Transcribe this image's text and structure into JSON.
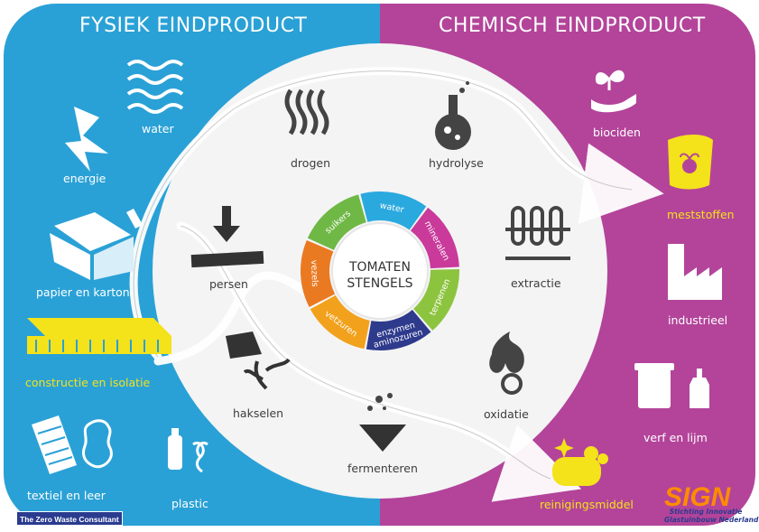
{
  "headers": {
    "left": "FYSIEK EINDPRODUCT",
    "right": "CHEMISCH EINDPRODUCT"
  },
  "center": {
    "line1": "TOMATEN",
    "line2": "STENGELS"
  },
  "ring_segments": [
    "water",
    "mineralen",
    "terpenen",
    "enzymen aminozuren",
    "vetzuren",
    "vezels",
    "suikers"
  ],
  "ring_colors": [
    "#2aa9df",
    "#c93a9b",
    "#8dc43f",
    "#2e3a8c",
    "#f2a11d",
    "#ea7a22",
    "#6fb845"
  ],
  "processes": {
    "drogen": "drogen",
    "hydrolyse": "hydrolyse",
    "extractie": "extractie",
    "oxidatie": "oxidatie",
    "fermenteren": "fermenteren",
    "hakselen": "hakselen",
    "persen": "persen"
  },
  "physical_products": {
    "water": "water",
    "energie": "energie",
    "papier": "papier en karton",
    "constructie": "constructie en isolatie",
    "textiel": "textiel en leer",
    "plastic": "plastic"
  },
  "chemical_products": {
    "biociden": "biociden",
    "meststoffen": "meststoffen",
    "industrieel": "industrieel",
    "verf": "verf en lijm",
    "reinigingsmiddel": "reinigingsmiddel"
  },
  "logos": {
    "zero_waste": "The Zero Waste Consultant",
    "sigi_mark": "SIGN",
    "sigi_line1": "Stichting Innovatie",
    "sigi_line2": "Glastuinbouw Nederland"
  },
  "colors": {
    "left_panel": "#2aa1d6",
    "right_panel": "#b3449a",
    "highlight_yellow": "#f4e21a",
    "center_disc": "#f4f4f4"
  }
}
